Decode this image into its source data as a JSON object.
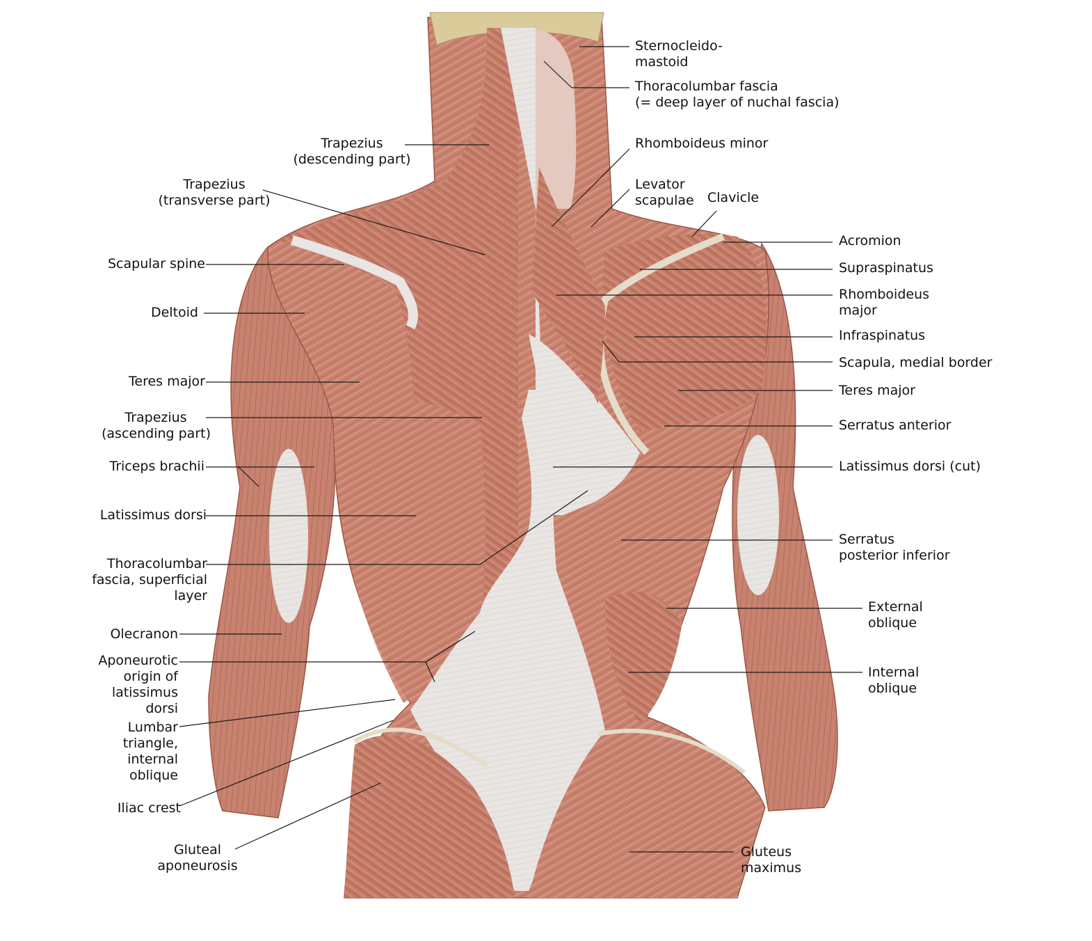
{
  "colors": {
    "muscle": "#c9836f",
    "muscle_dark": "#a95e4c",
    "muscle_light": "#dba08e",
    "fascia": "#e9e6e3",
    "bone": "#d9cc9a",
    "leader_line": "#1a1a1a"
  },
  "labels": {
    "sternocleidomastoid": [
      "Sternocleido-",
      "mastoid"
    ],
    "thoracolumbar_deep": [
      "Thoracolumbar fascia",
      "(= deep layer of nuchal fascia)"
    ],
    "rhomboideus_minor": [
      "Rhomboideus minor"
    ],
    "levator_scapulae": [
      "Levator",
      "scapulae"
    ],
    "clavicle": [
      "Clavicle"
    ],
    "acromion": [
      "Acromion"
    ],
    "supraspinatus": [
      "Supraspinatus"
    ],
    "rhomboideus_major": [
      "Rhomboideus",
      "major"
    ],
    "infraspinatus": [
      "Infraspinatus"
    ],
    "scapula_medial_border": [
      "Scapula, medial border"
    ],
    "teres_major_right": [
      "Teres major"
    ],
    "serratus_anterior": [
      "Serratus anterior"
    ],
    "latissimus_dorsi_cut": [
      "Latissimus dorsi (cut)"
    ],
    "serratus_posterior_inferior": [
      "Serratus",
      "posterior inferior"
    ],
    "external_oblique": [
      "External",
      "oblique"
    ],
    "internal_oblique": [
      "Internal",
      "oblique"
    ],
    "gluteus_maximus": [
      "Gluteus",
      "maximus"
    ],
    "trapezius_descending": [
      "Trapezius",
      "(descending part)"
    ],
    "trapezius_transverse": [
      "Trapezius",
      "(transverse part)"
    ],
    "scapular_spine": [
      "Scapular spine"
    ],
    "deltoid": [
      "Deltoid"
    ],
    "teres_major_left": [
      "Teres major"
    ],
    "trapezius_ascending": [
      "Trapezius",
      "(ascending part)"
    ],
    "triceps_brachii": [
      "Triceps brachii"
    ],
    "latissimus_dorsi": [
      "Latissimus dorsi"
    ],
    "thoracolumbar_superficial": [
      "Thoracolumbar",
      "fascia, superficial",
      "layer"
    ],
    "olecranon": [
      "Olecranon"
    ],
    "aponeurotic_origin": [
      "Aponeurotic",
      "origin of",
      "latissimus",
      "dorsi"
    ],
    "lumbar_triangle": [
      "Lumbar",
      "triangle,",
      "internal",
      "oblique"
    ],
    "iliac_crest": [
      "Iliac crest"
    ],
    "gluteal_aponeurosis": [
      "Gluteal",
      "aponeurosis"
    ]
  }
}
